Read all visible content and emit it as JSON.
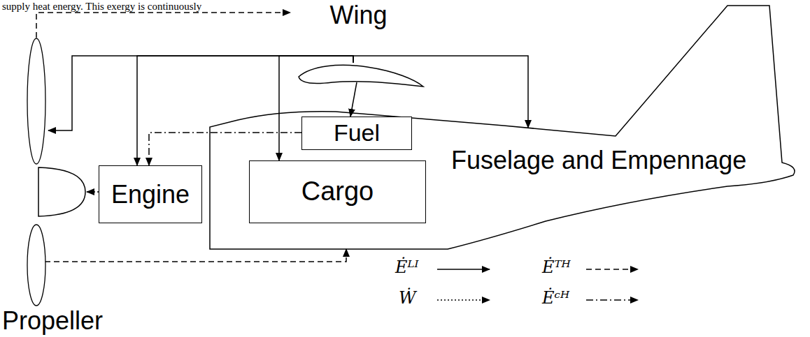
{
  "diagram": {
    "nodes": [
      {
        "text": [
          "Wing"
        ]
      },
      {
        "text": [
          "Fuel"
        ]
      },
      {
        "text": [
          "Engine"
        ]
      },
      {
        "text": [
          "Fuselage and Empennage"
        ]
      },
      {
        "text": [
          "Cargo"
        ],
        "in": 3
      },
      {
        "text": [
          "Propeller"
        ]
      }
    ],
    "edges": [
      {
        "from": 0,
        "to": 1,
        "arrow": "to"
      },
      {
        "from": 0,
        "to": 2,
        "arrow": "to"
      },
      {
        "from": 0,
        "to": 4,
        "arrow": "to"
      },
      {
        "from": 0,
        "to": 3,
        "arrow": "to"
      },
      {
        "from": 0,
        "to": 5,
        "arrow": "to"
      },
      {
        "from": 5,
        "to": 0,
        "arrow": "to"
      },
      {
        "from": 5,
        "to": 3,
        "arrow": "to"
      },
      {
        "from": 2,
        "to": 5,
        "arrow": "to"
      },
      {
        "from": 1,
        "to": 2,
        "arrow": "to"
      }
    ],
    "labels": [
      "supply heat energy.  This exergy is continuously"
    ],
    "legend": [
      {
        "text": "Ėᴸᴵ"
      },
      {
        "text": "Ėᵀᴴ"
      },
      {
        "text": "Ẇ"
      },
      {
        "text": "Ėᶜᴴ"
      }
    ]
  }
}
